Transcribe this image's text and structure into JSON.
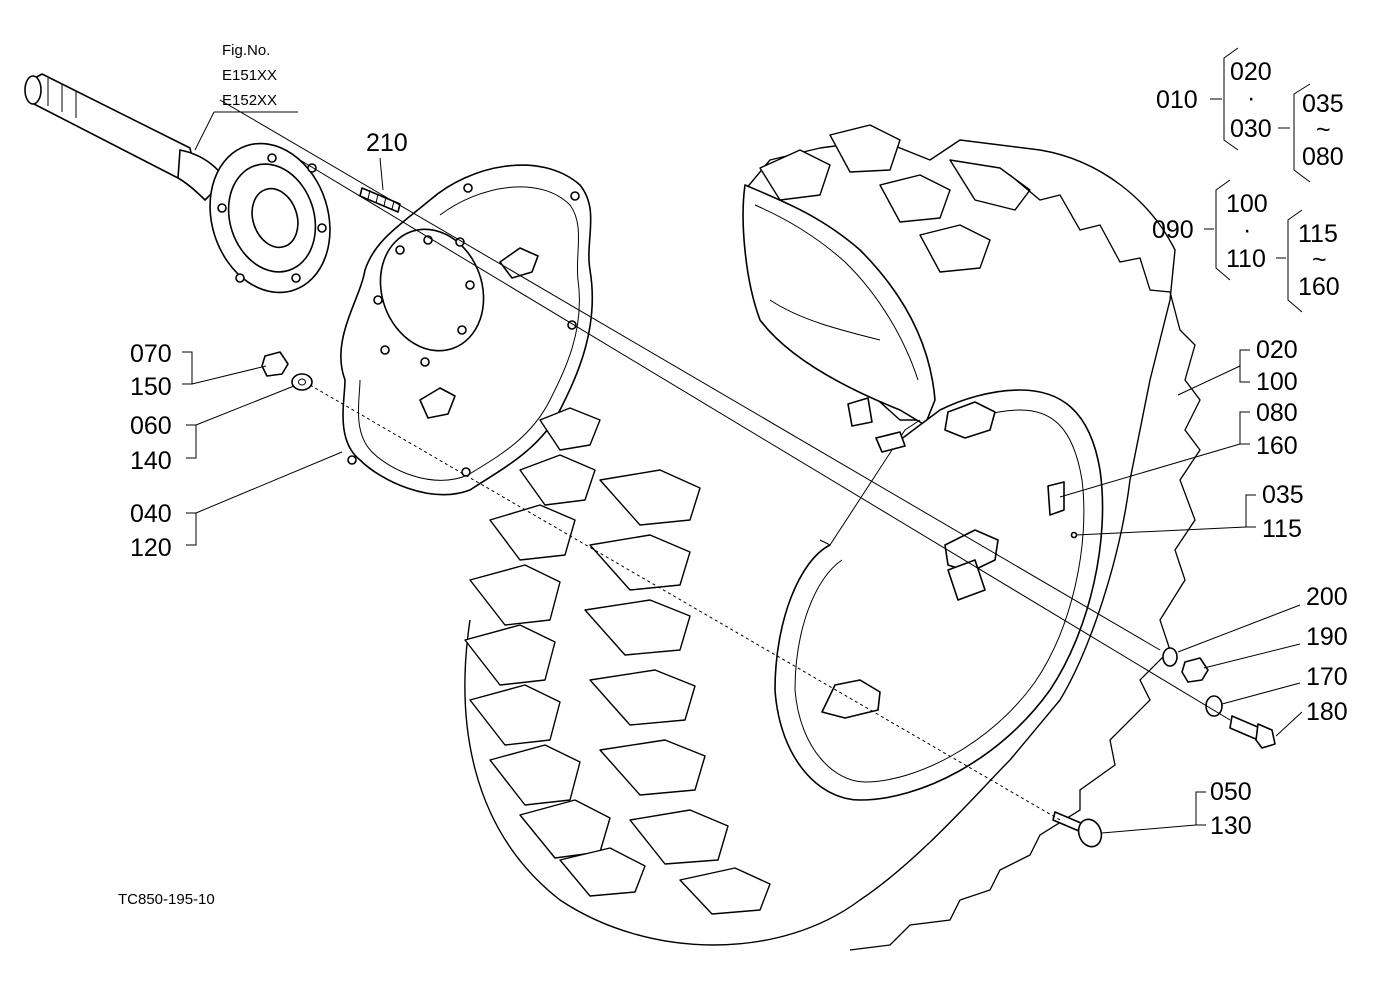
{
  "figure": {
    "title": "Fig.No.",
    "fig_numbers": [
      "E151XX",
      "E152XX"
    ],
    "drawing_code": "TC850-195-10"
  },
  "labels": {
    "p210": "210",
    "p070": "070",
    "p150": "150",
    "p060": "060",
    "p140": "140",
    "p040": "040",
    "p120": "120",
    "p020": "020",
    "p100": "100",
    "p080": "080",
    "p160": "160",
    "p035": "035",
    "p115": "115",
    "p200": "200",
    "p190": "190",
    "p170": "170",
    "p180": "180",
    "p050": "050",
    "p130": "130"
  },
  "tree1": {
    "root": "010",
    "a": "020",
    "sep1": "·",
    "b": "030",
    "c": "035",
    "tilde": "~",
    "d": "080"
  },
  "tree2": {
    "root": "090",
    "a": "100",
    "sep1": "·",
    "b": "110",
    "c": "115",
    "tilde": "~",
    "d": "160"
  }
}
